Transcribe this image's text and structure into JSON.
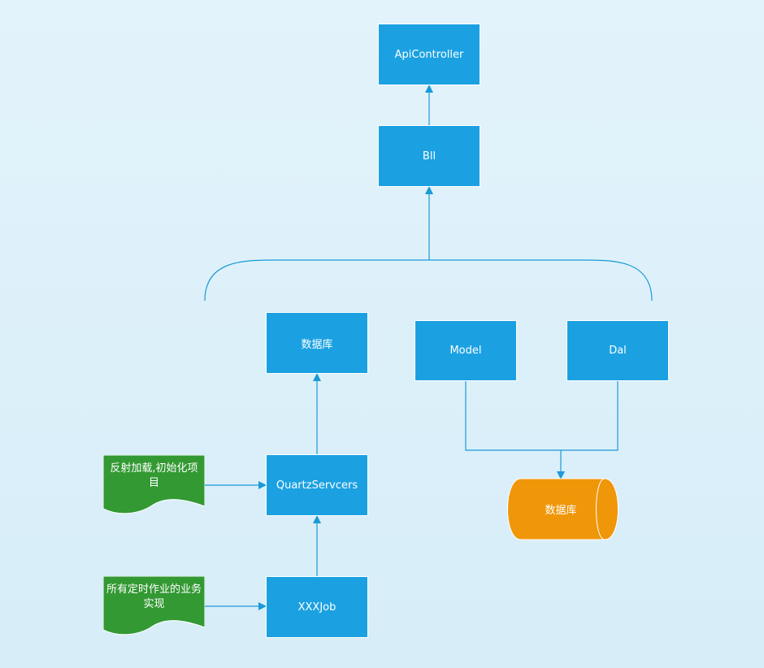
{
  "nodes": {
    "api_controller": "ApiController",
    "bll": "Bll",
    "db_top": "数据库",
    "model": "Model",
    "dal": "Dal",
    "quartz": "QuartzServcers",
    "job": "XXXJob",
    "db_cylinder": "数据库"
  },
  "notes": {
    "reflect": "反射加载,初始化项目",
    "jobs": "所有定时作业的业务实现"
  },
  "colors": {
    "box": "#1ba1e2",
    "note": "#339933",
    "database": "#f09609",
    "line": "#1a9ad6"
  }
}
